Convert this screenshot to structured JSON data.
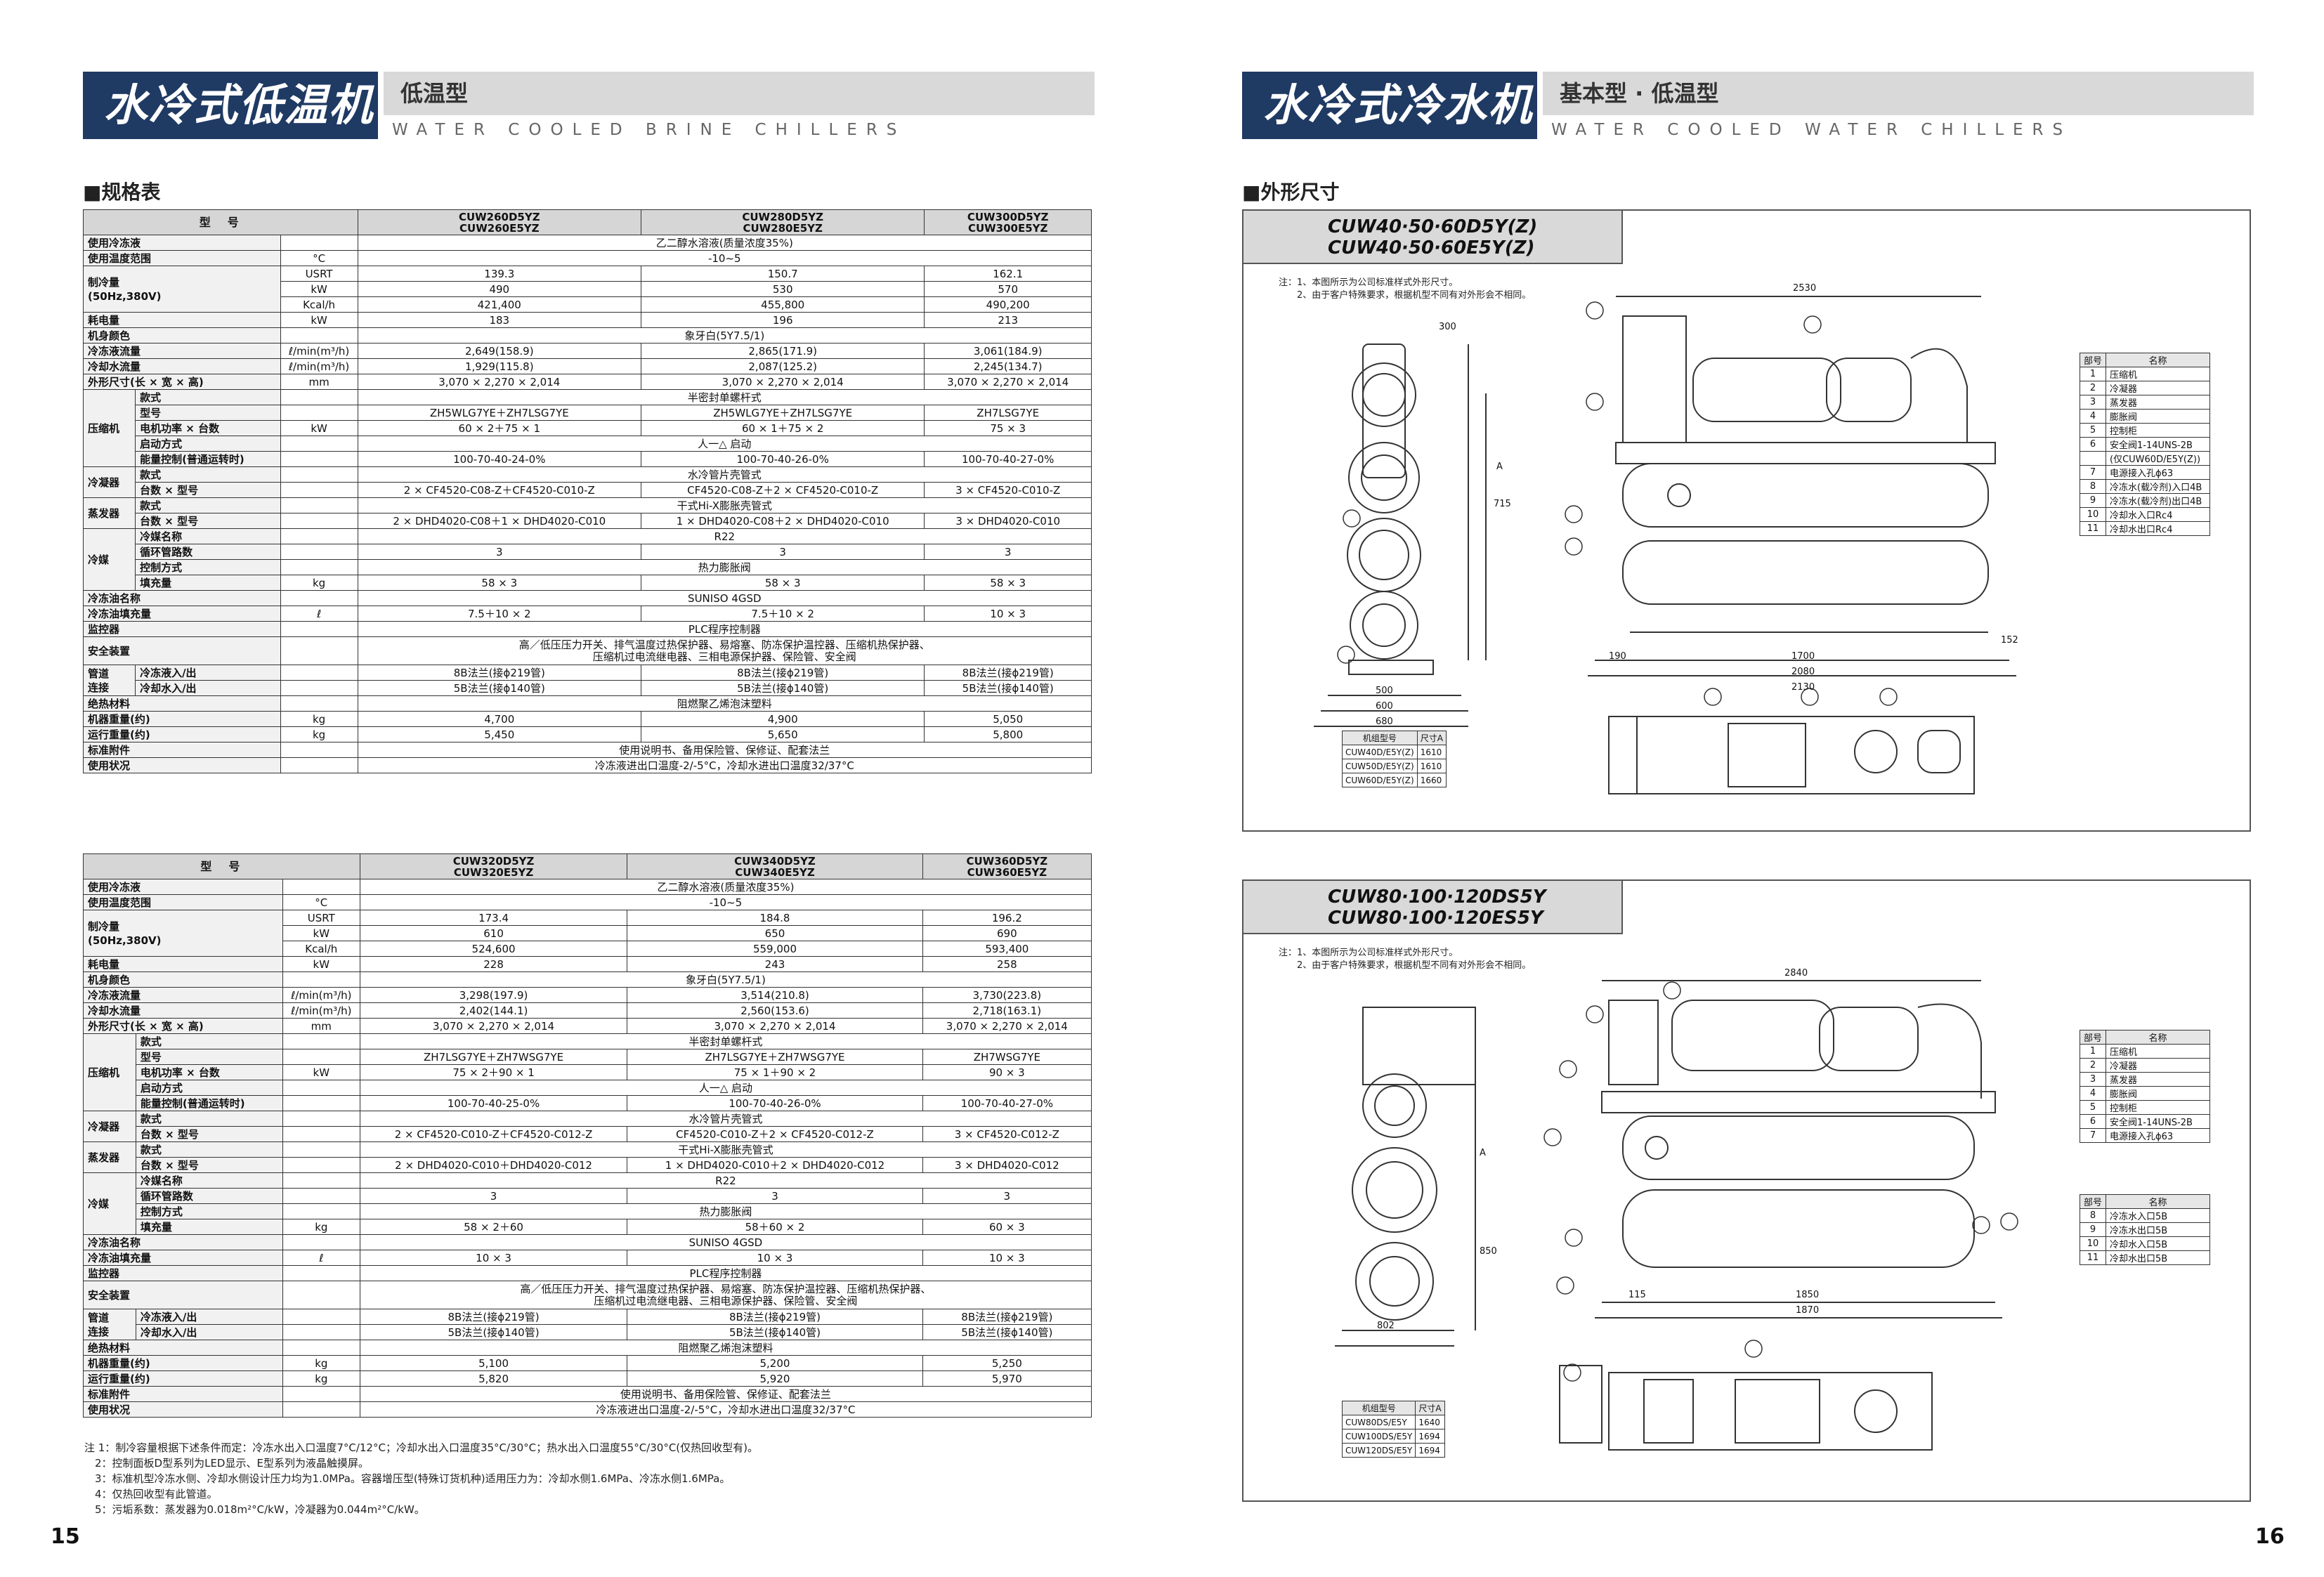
{
  "left": {
    "title": "水冷式低温机组",
    "subtitle": "低温型",
    "subtitle_en": "WATER COOLED BRINE CHILLERS",
    "section": "■规格表",
    "page": "15"
  },
  "right": {
    "title": "水冷式冷水机组",
    "subtitle": "基本型 · 低温型",
    "subtitle_en": "WATER COOLED WATER CHILLERS",
    "section": "■外形尺寸",
    "page": "16"
  },
  "table1": {
    "header": [
      "型　号",
      "CUW260D5YZ\nCUW260E5YZ",
      "CUW280D5YZ\nCUW280E5YZ",
      "CUW300D5YZ\nCUW300E5YZ"
    ],
    "coolant": "乙二醇水溶液(质量浓度35%)",
    "temp_range": "-10~5",
    "cap_usrt": [
      "139.3",
      "150.7",
      "162.1"
    ],
    "cap_kw": [
      "490",
      "530",
      "570"
    ],
    "cap_kcal": [
      "421,400",
      "455,800",
      "490,200"
    ],
    "power": [
      "183",
      "196",
      "213"
    ],
    "color": "象牙白(5Y7.5/1)",
    "cw_flow": [
      "2,649(158.9)",
      "2,865(171.9)",
      "3,061(184.9)"
    ],
    "cool_flow": [
      "1,929(115.8)",
      "2,087(125.2)",
      "2,245(134.7)"
    ],
    "dims": [
      "3,070 × 2,270 × 2,014",
      "3,070 × 2,270 × 2,014",
      "3,070 × 2,270 × 2,014"
    ],
    "comp_type": "半密封单螺杆式",
    "comp_model": [
      "ZH5WLG7YE＋ZH7LSG7YE",
      "ZH5WLG7YE＋ZH7LSG7YE",
      "ZH7LSG7YE"
    ],
    "motor": [
      "60 × 2＋75 × 1",
      "60 × 1＋75 × 2",
      "75 × 3"
    ],
    "start": "人一△ 启动",
    "energy": [
      "100-70-40-24-0%",
      "100-70-40-26-0%",
      "100-70-40-27-0%"
    ],
    "cond_type": "水冷管片壳管式",
    "cond": [
      "2 × CF4520-C08-Z＋CF4520-C010-Z",
      "CF4520-C08-Z＋2 × CF4520-C010-Z",
      "3 × CF4520-C010-Z"
    ],
    "evap_type": "干式Hi-X膨胀壳管式",
    "evap": [
      "2 × DHD4020-C08＋1 × DHD4020-C010",
      "1 × DHD4020-C08＋2 × DHD4020-C010",
      "3 × DHD4020-C010"
    ],
    "refr": "R22",
    "circuits": [
      "3",
      "3",
      "3"
    ],
    "ctrl": "热力膨胀阀",
    "charge": [
      "58 × 3",
      "58 × 3",
      "58 × 3"
    ],
    "oil": "SUNISO 4GSD",
    "oil_amt": [
      "7.5＋10 × 2",
      "7.5＋10 × 2",
      "10 × 3"
    ],
    "monitor": "PLC程序控制器",
    "safety1": "高／低压压力开关、排气温度过热保护器、易熔塞、防冻保护温控器、压缩机热保护器、",
    "safety2": "压缩机过电流继电器、三相电源保护器、保险管、安全阀",
    "pipe_in": [
      "8B法兰(接ϕ219管)",
      "8B法兰(接ϕ219管)",
      "8B法兰(接ϕ219管)"
    ],
    "pipe_out": [
      "5B法兰(接ϕ140管)",
      "5B法兰(接ϕ140管)",
      "5B法兰(接ϕ140管)"
    ],
    "insul": "阻燃聚乙烯泡沫塑料",
    "w_mach": [
      "4,700",
      "4,900",
      "5,050"
    ],
    "w_run": [
      "5,450",
      "5,650",
      "5,800"
    ],
    "acc": "使用说明书、备用保险管、保修证、配套法兰",
    "cond_use": "冷冻液进出口温度-2/-5°C，冷却水进出口温度32/37°C"
  },
  "table2": {
    "header": [
      "型　号",
      "CUW320D5YZ\nCUW320E5YZ",
      "CUW340D5YZ\nCUW340E5YZ",
      "CUW360D5YZ\nCUW360E5YZ"
    ],
    "coolant": "乙二醇水溶液(质量浓度35%)",
    "temp_range": "-10~5",
    "cap_usrt": [
      "173.4",
      "184.8",
      "196.2"
    ],
    "cap_kw": [
      "610",
      "650",
      "690"
    ],
    "cap_kcal": [
      "524,600",
      "559,000",
      "593,400"
    ],
    "power": [
      "228",
      "243",
      "258"
    ],
    "color": "象牙白(5Y7.5/1)",
    "cw_flow": [
      "3,298(197.9)",
      "3,514(210.8)",
      "3,730(223.8)"
    ],
    "cool_flow": [
      "2,402(144.1)",
      "2,560(153.6)",
      "2,718(163.1)"
    ],
    "dims": [
      "3,070 × 2,270 × 2,014",
      "3,070 × 2,270 × 2,014",
      "3,070 × 2,270 × 2,014"
    ],
    "comp_type": "半密封单螺杆式",
    "comp_model": [
      "ZH7LSG7YE＋ZH7WSG7YE",
      "ZH7LSG7YE＋ZH7WSG7YE",
      "ZH7WSG7YE"
    ],
    "motor": [
      "75 × 2＋90 × 1",
      "75 × 1＋90 × 2",
      "90 × 3"
    ],
    "start": "人一△ 启动",
    "energy": [
      "100-70-40-25-0%",
      "100-70-40-26-0%",
      "100-70-40-27-0%"
    ],
    "cond_type": "水冷管片壳管式",
    "cond": [
      "2 × CF4520-C010-Z＋CF4520-C012-Z",
      "CF4520-C010-Z＋2 × CF4520-C012-Z",
      "3 × CF4520-C012-Z"
    ],
    "evap_type": "干式Hi-X膨胀壳管式",
    "evap": [
      "2 × DHD4020-C010＋DHD4020-C012",
      "1 × DHD4020-C010＋2 × DHD4020-C012",
      "3 × DHD4020-C012"
    ],
    "refr": "R22",
    "circuits": [
      "3",
      "3",
      "3"
    ],
    "ctrl": "热力膨胀阀",
    "charge": [
      "58 × 2＋60",
      "58＋60 × 2",
      "60 × 3"
    ],
    "oil": "SUNISO 4GSD",
    "oil_amt": [
      "10 × 3",
      "10 × 3",
      "10 × 3"
    ],
    "monitor": "PLC程序控制器",
    "safety1": "高／低压压力开关、排气温度过热保护器、易熔塞、防冻保护温控器、压缩机热保护器、",
    "safety2": "压缩机过电流继电器、三相电源保护器、保险管、安全阀",
    "pipe_in": [
      "8B法兰(接ϕ219管)",
      "8B法兰(接ϕ219管)",
      "8B法兰(接ϕ219管)"
    ],
    "pipe_out": [
      "5B法兰(接ϕ140管)",
      "5B法兰(接ϕ140管)",
      "5B法兰(接ϕ140管)"
    ],
    "insul": "阻燃聚乙烯泡沫塑料",
    "w_mach": [
      "5,100",
      "5,200",
      "5,250"
    ],
    "w_run": [
      "5,820",
      "5,920",
      "5,970"
    ],
    "acc": "使用说明书、备用保险管、保修证、配套法兰",
    "cond_use": "冷冻液进出口温度-2/-5°C，冷却水进出口温度32/37°C"
  },
  "labels": {
    "coolant": "使用冷冻液",
    "temp": "使用温度范围",
    "cap": "制冷量",
    "cap2": "(50Hz,380V)",
    "power": "耗电量",
    "color": "机身颜色",
    "cwf": "冷冻液流量",
    "cf": "冷却水流量",
    "dims": "外形尺寸(长 × 宽 × 高)",
    "comp": "压缩机",
    "kind": "款式",
    "model": "型号",
    "motor": "电机功率 × 台数",
    "start": "启动方式",
    "energy": "能量控制(普通运转时)",
    "cond": "冷凝器",
    "evap": "蒸发器",
    "cnt": "台数 × 型号",
    "cnt2": "台数 × 型号",
    "refrg": "冷媒",
    "rname": "冷媒名称",
    "circ": "循环管路数",
    "ctrl": "控制方式",
    "charge": "填充量",
    "oil": "冷冻油名称",
    "oilamt": "冷冻油填充量",
    "mon": "监控器",
    "safe": "安全装置",
    "pipe": "管道",
    "pipe2": "连接",
    "pin": "冷冻液入/出",
    "pout": "冷却水入/出",
    "insul": "绝热材料",
    "wm": "机器重量(约)",
    "wr": "运行重量(约)",
    "acc": "标准附件",
    "use": "使用状况",
    "u_c": "°C",
    "u_usrt": "USRT",
    "u_kw": "kW",
    "u_kcal": "Kcal/h",
    "u_flow": "ℓ/min(m³/h)",
    "u_mm": "mm",
    "u_kg": "kg",
    "u_l": "ℓ"
  },
  "notes": [
    "注 1：制冷容量根据下述条件而定：冷冻水出入口温度7°C/12°C；冷却水出入口温度35°C/30°C；热水出入口温度55°C/30°C(仅热回收型有)。",
    "　2：控制面板D型系列为LED显示、E型系列为液晶触摸屏。",
    "　3：标准机型冷冻水侧、冷却水侧设计压力均为1.0MPa。容器增压型(特殊订货机种)适用压力为：冷却水侧1.6MPa、冷冻水侧1.6MPa。",
    "　4：仅热回收型有此管道。",
    "　5：污垢系数：蒸发器为0.018m²°C/kW，冷凝器为0.044m²°C/kW。"
  ],
  "panel1": {
    "tag1": "CUW40·50·60D5Y(Z)",
    "tag2": "CUW40·50·60E5Y(Z)",
    "note1": "注：1、本图所示为公司标准样式外形尺寸。",
    "note2": "　　2、由于客户特殊要求，根据机型不同有对外形会不相同。",
    "parts_head": [
      "部号",
      "名称"
    ],
    "parts": [
      [
        "1",
        "压缩机"
      ],
      [
        "2",
        "冷凝器"
      ],
      [
        "3",
        "蒸发器"
      ],
      [
        "4",
        "膨胀阀"
      ],
      [
        "5",
        "控制柜"
      ],
      [
        "6",
        "安全阀1-14UNS-2B"
      ],
      [
        "",
        "(仅CUW60D/E5Y(Z))"
      ],
      [
        "7",
        "电源接入孔ϕ63"
      ],
      [
        "8",
        "冷冻水(载冷剂)入口4B"
      ],
      [
        "9",
        "冷冻水(载冷剂)出口4B"
      ],
      [
        "10",
        "冷却水入口Rc4"
      ],
      [
        "11",
        "冷却水出口Rc4"
      ]
    ],
    "models_head": [
      "机组型号",
      "尺寸A"
    ],
    "models": [
      [
        "CUW40D/E5Y(Z)",
        "1610"
      ],
      [
        "CUW50D/E5Y(Z)",
        "1610"
      ],
      [
        "CUW60D/E5Y(Z)",
        "1660"
      ]
    ],
    "dims": {
      "d2530": "2530",
      "d300": "300",
      "d715": "715",
      "d1700": "1700",
      "d2080": "2080",
      "d2130": "2130",
      "d190": "190",
      "d500": "500",
      "d600": "600",
      "d680": "680",
      "d152": "152",
      "dA": "A"
    }
  },
  "panel2": {
    "tag1": "CUW80·100·120DS5Y",
    "tag2": "CUW80·100·120ES5Y",
    "note1": "注：1、本图所示为公司标准样式外形尺寸。",
    "note2": "　　2、由于客户特殊要求，根据机型不同有对外形会不相同。",
    "parts_head": [
      "部号",
      "名称"
    ],
    "parts": [
      [
        "1",
        "压缩机"
      ],
      [
        "2",
        "冷凝器"
      ],
      [
        "3",
        "蒸发器"
      ],
      [
        "4",
        "膨胀阀"
      ],
      [
        "5",
        "控制柜"
      ],
      [
        "6",
        "安全阀1-14UNS-2B"
      ],
      [
        "7",
        "电源接入孔ϕ63"
      ]
    ],
    "parts2_head": [
      "部号",
      "名称"
    ],
    "parts2": [
      [
        "8",
        "冷冻水入口5B"
      ],
      [
        "9",
        "冷冻水出口5B"
      ],
      [
        "10",
        "冷却水入口5B"
      ],
      [
        "11",
        "冷却水出口5B"
      ]
    ],
    "models_head": [
      "机组型号",
      "尺寸A"
    ],
    "models": [
      [
        "CUW80DS/E5Y",
        "1640"
      ],
      [
        "CUW100DS/E5Y",
        "1694"
      ],
      [
        "CUW120DS/E5Y",
        "1694"
      ]
    ],
    "dims": {
      "d2840": "2840",
      "d1850": "1850",
      "d1870": "1870",
      "d802": "802",
      "d115": "115",
      "d850": "850",
      "dA": "A"
    }
  }
}
